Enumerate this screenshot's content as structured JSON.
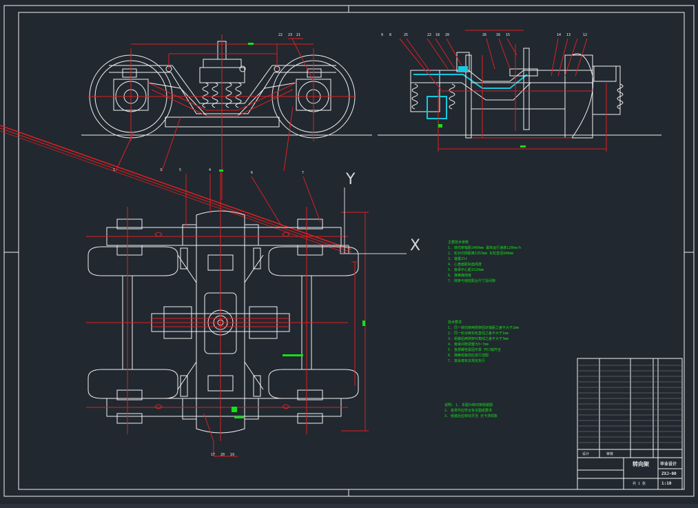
{
  "window": {
    "title": ""
  },
  "colors": {
    "background": "#212830",
    "linework": "#f2f2f2",
    "dimension": "#e02020",
    "notes": "#16e016",
    "hatch": "#18c8e0"
  },
  "axes": {
    "x_label": "X",
    "y_label": "Y"
  },
  "notes_block_1": {
    "title": "主要技术参数",
    "lines": [
      "1. 转向架轴距2400mm 最高运行速度120km/h",
      "2. 轮对内侧距离1353mm 车轮直径840mm",
      "3. 轴重21t",
      "4. 心盘面距轨面高度",
      "5. 旁承中心距1520mm",
      "6. 弹簧静挠度",
      "7. 侧架与摇枕配合尺寸及间隙"
    ]
  },
  "notes_block_2": {
    "title": "技术要求",
    "lines": [
      "1. 同一转向架两侧架固定轴距之差不大于2mm",
      "2. 同一轮对两车轮直径之差不大于1mm",
      "3. 组装后两侧架对角线之差不大于3mm",
      "4. 旁承间隙调整为5~7mm",
      "5. 各部螺栓紧固可靠 开口销齐全",
      "6. 弹簧组装前应进行选配",
      "7. 其余按有关规定执行"
    ]
  },
  "notes_block_3": {
    "lines": [
      "说明: 1. 本图为转向架组装图",
      "2. 各零件应符合有关图纸要求",
      "3. 组装后应转动灵活 无卡滞现象"
    ]
  },
  "title_block": {
    "drawing_name": "转向架",
    "drawing_number": "ZXJ-00",
    "project": "毕业设计",
    "scale_label": "1:10",
    "designer": "设计",
    "checker": "审核",
    "sheet": "共 1 张"
  },
  "balloons": {
    "top_view": [
      "23",
      "21",
      "22"
    ],
    "side_view": [
      "9",
      "8",
      "25",
      "22",
      "18",
      "20",
      "26",
      "16",
      "15",
      "14",
      "13",
      "12"
    ],
    "mid": [
      "1",
      "3",
      "5",
      "4",
      "6",
      "7"
    ],
    "bottom": [
      "17",
      "20",
      "19"
    ]
  }
}
